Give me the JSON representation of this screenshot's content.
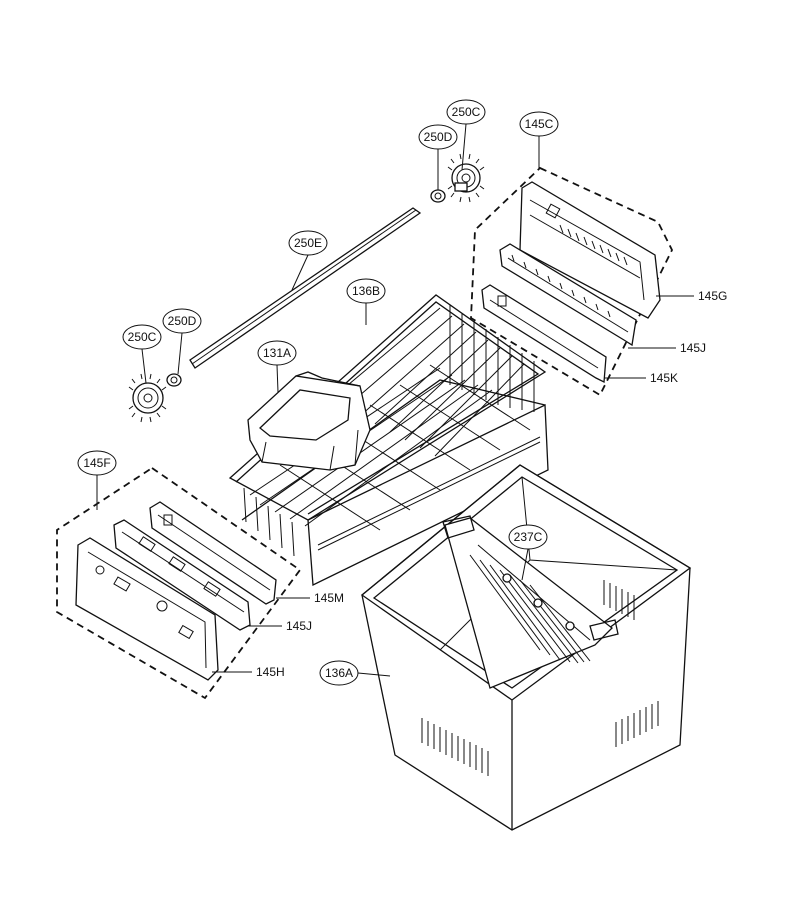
{
  "callouts": {
    "c250c_top": "250C",
    "c250d_top": "250D",
    "c145c": "145C",
    "c250e": "250E",
    "c136b": "136B",
    "c250c_left": "250C",
    "c250d_left": "250D",
    "c131a": "131A",
    "c145f": "145F",
    "c237c": "237C",
    "c136a": "136A"
  },
  "labels": {
    "l145g": "145G",
    "l145j_right": "145J",
    "l145k": "145K",
    "l145m": "145M",
    "l145j_left": "145J",
    "l145h": "145H"
  }
}
